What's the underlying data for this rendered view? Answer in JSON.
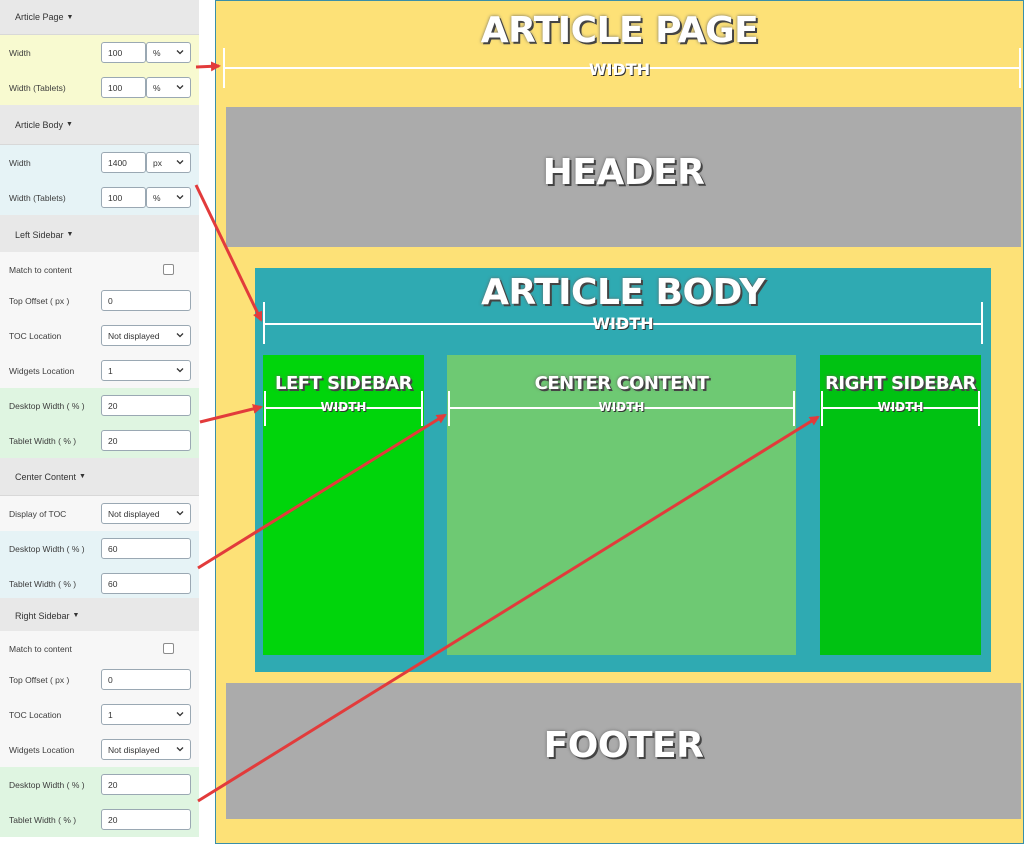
{
  "settings": {
    "article_page": {
      "title": "Article Page",
      "width_label": "Width",
      "width_value": "100",
      "width_unit": "%",
      "width_tablets_label": "Width (Tablets)",
      "width_tablets_value": "100",
      "width_tablets_unit": "%"
    },
    "article_body": {
      "title": "Article Body",
      "width_label": "Width",
      "width_value": "1400",
      "width_unit": "px",
      "width_tablets_label": "Width (Tablets)",
      "width_tablets_value": "100",
      "width_tablets_unit": "%"
    },
    "left_sidebar": {
      "title": "Left Sidebar",
      "match_label": "Match to content",
      "top_offset_label": "Top Offset ( px )",
      "top_offset_value": "0",
      "toc_location_label": "TOC Location",
      "toc_location_value": "Not displayed",
      "widgets_location_label": "Widgets Location",
      "widgets_location_value": "1",
      "desktop_width_label": "Desktop Width ( % )",
      "desktop_width_value": "20",
      "tablet_width_label": "Tablet Width ( % )",
      "tablet_width_value": "20"
    },
    "center_content": {
      "title": "Center Content",
      "display_toc_label": "Display of TOC",
      "display_toc_value": "Not displayed",
      "desktop_width_label": "Desktop Width ( % )",
      "desktop_width_value": "60",
      "tablet_width_label": "Tablet Width ( % )",
      "tablet_width_value": "60"
    },
    "right_sidebar": {
      "title": "Right Sidebar",
      "match_label": "Match to content",
      "top_offset_label": "Top Offset ( px )",
      "top_offset_value": "0",
      "toc_location_label": "TOC Location",
      "toc_location_value": "1",
      "widgets_location_label": "Widgets Location",
      "widgets_location_value": "Not displayed",
      "desktop_width_label": "Desktop Width ( % )",
      "desktop_width_value": "20",
      "tablet_width_label": "Tablet Width ( % )",
      "tablet_width_value": "20"
    }
  },
  "diagram": {
    "article_page": "ARTICLE PAGE",
    "width": "WIDTH",
    "header": "HEADER",
    "article_body": "ARTICLE BODY",
    "left_sidebar": "LEFT SIDEBAR",
    "center_content": "CENTER CONTENT",
    "right_sidebar": "RIGHT SIDEBAR",
    "footer": "FOOTER"
  },
  "colors": {
    "page_bg": "#fde177",
    "gray_block": "#ababab",
    "body_teal": "#2faab2",
    "sidebar_green": "#00d50b",
    "right_green": "#00c212",
    "center_green": "#6ec973",
    "arrow_red": "#e23b3b"
  }
}
